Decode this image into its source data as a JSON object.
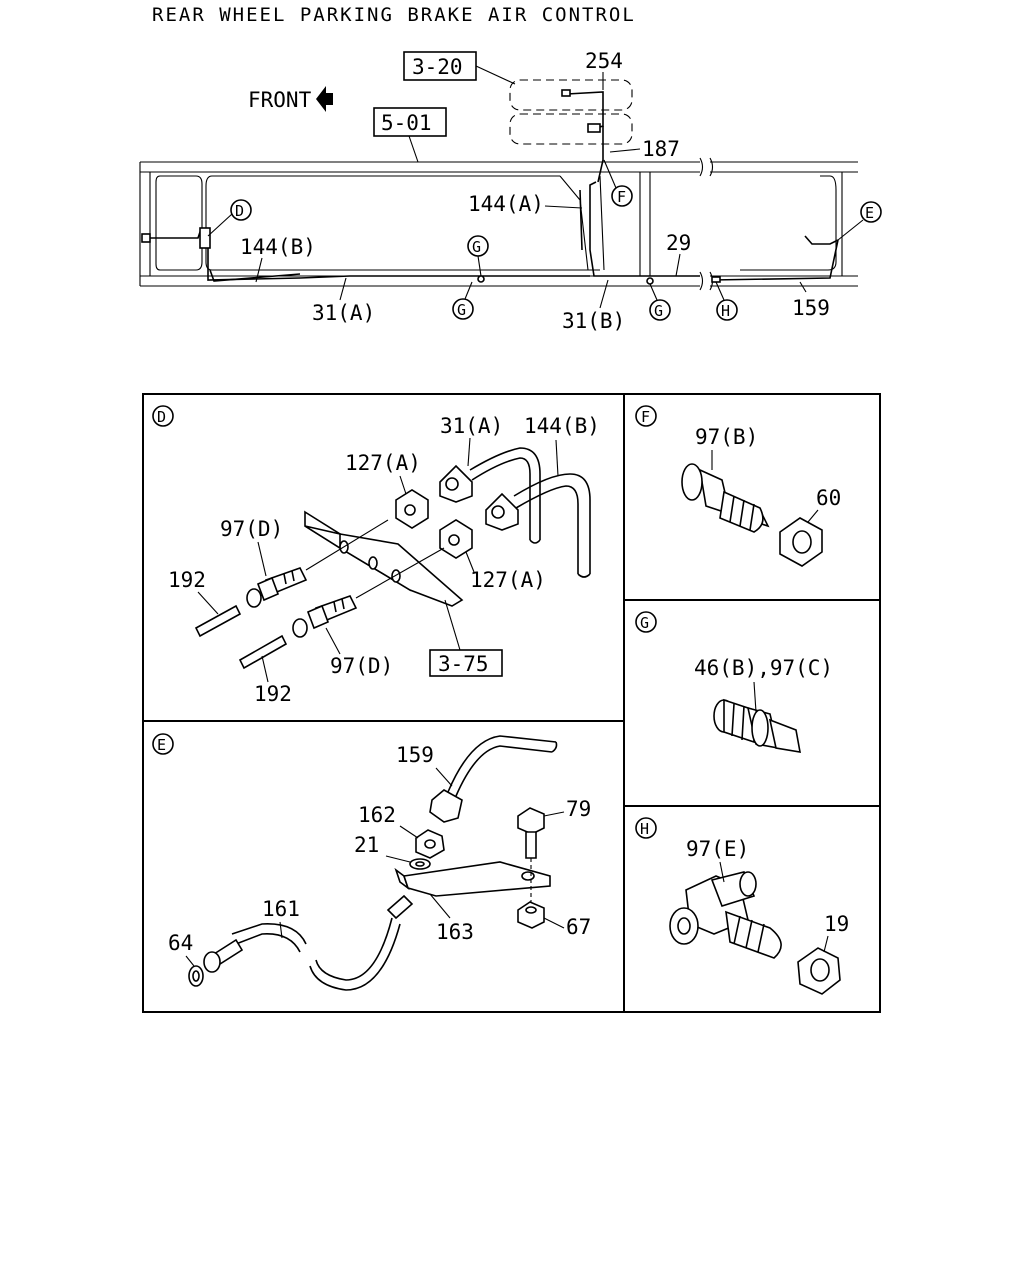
{
  "title": "REAR WHEEL PARKING BRAKE AIR CONTROL",
  "front_label": "FRONT",
  "refs": {
    "r320": "3-20",
    "r501": "5-01",
    "r375": "3-75"
  },
  "top_labels": {
    "l254": "254",
    "l187": "187",
    "l144A": "144(A)",
    "l144B": "144(B)",
    "l29": "29",
    "l31A": "31(A)",
    "l31B": "31(B)",
    "l159": "159"
  },
  "markers": {
    "D": "D",
    "E": "E",
    "F": "F",
    "G": "G",
    "H": "H"
  },
  "panel_D": {
    "l31A": "31(A)",
    "l144B": "144(B)",
    "l127A_1": "127(A)",
    "l127A_2": "127(A)",
    "l97D_1": "97(D)",
    "l97D_2": "97(D)",
    "l192_1": "192",
    "l192_2": "192"
  },
  "panel_F": {
    "l97B": "97(B)",
    "l60": "60"
  },
  "panel_G": {
    "l46B97C": "46(B),97(C)"
  },
  "panel_E": {
    "l159": "159",
    "l162": "162",
    "l79": "79",
    "l21": "21",
    "l161": "161",
    "l163": "163",
    "l64": "64",
    "l67": "67"
  },
  "panel_H": {
    "l97E": "97(E)",
    "l19": "19"
  }
}
